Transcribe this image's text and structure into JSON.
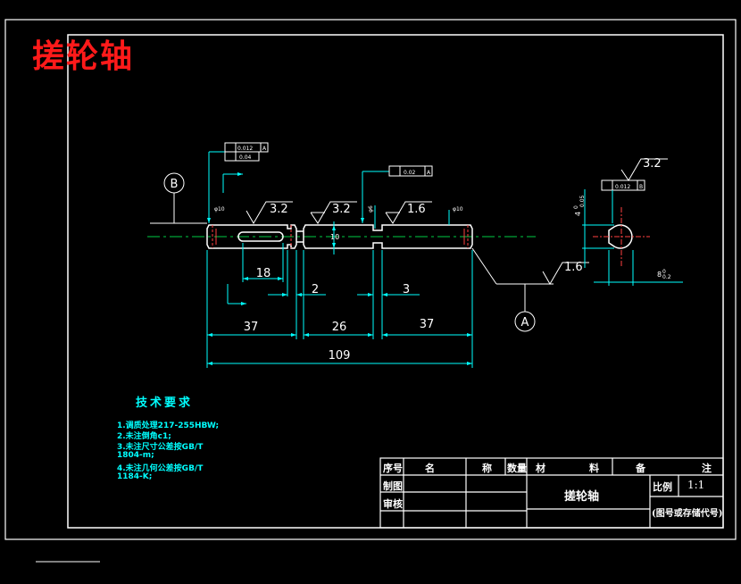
{
  "title": "搓轮轴",
  "dimensions": {
    "d18": "18",
    "d2": "2",
    "d3": "3",
    "d37a": "37",
    "d26": "26",
    "d37b": "37",
    "d109": "109",
    "d10": "10",
    "d8": "8",
    "d8sup": "0",
    "d8sub": "0.2",
    "d4": "4",
    "d4sup": "0",
    "d4sub": "0.05"
  },
  "roughness": {
    "r1": "3.2",
    "r2": "3.2",
    "r3": "1.6",
    "r4": "1.6",
    "r5": "3.2"
  },
  "tolerance": {
    "t1": "0.012",
    "t1ref": "A",
    "t2": "0.04",
    "t3": "0.02",
    "t3ref": "A",
    "t4": "0.012",
    "t4ref": "B"
  },
  "datums": {
    "a": "A",
    "b": "B"
  },
  "diameters": {
    "left": "φ10",
    "mid": "φ6",
    "right": "φ10"
  },
  "tech_requirements": {
    "title": "技术要求",
    "lines": [
      "1.调质处理217-255HBW;",
      "2.未注倒角c1;",
      "3.未注尺寸公差按GB/T",
      "1804-m;",
      "4.未注几何公差按GB/T",
      "1184-K;"
    ]
  },
  "title_block": {
    "col_seq": "序号",
    "col_name_a": "名",
    "col_name_b": "称",
    "col_qty": "数量",
    "col_mat_a": "材",
    "col_mat_b": "料",
    "col_note_a": "备",
    "col_note_b": "注",
    "drawn": "制图",
    "checked": "审核",
    "part_name": "搓轮轴",
    "scale_label": "比例",
    "scale_value": "1:1",
    "drawing_no": "(图号或存储代号)"
  }
}
